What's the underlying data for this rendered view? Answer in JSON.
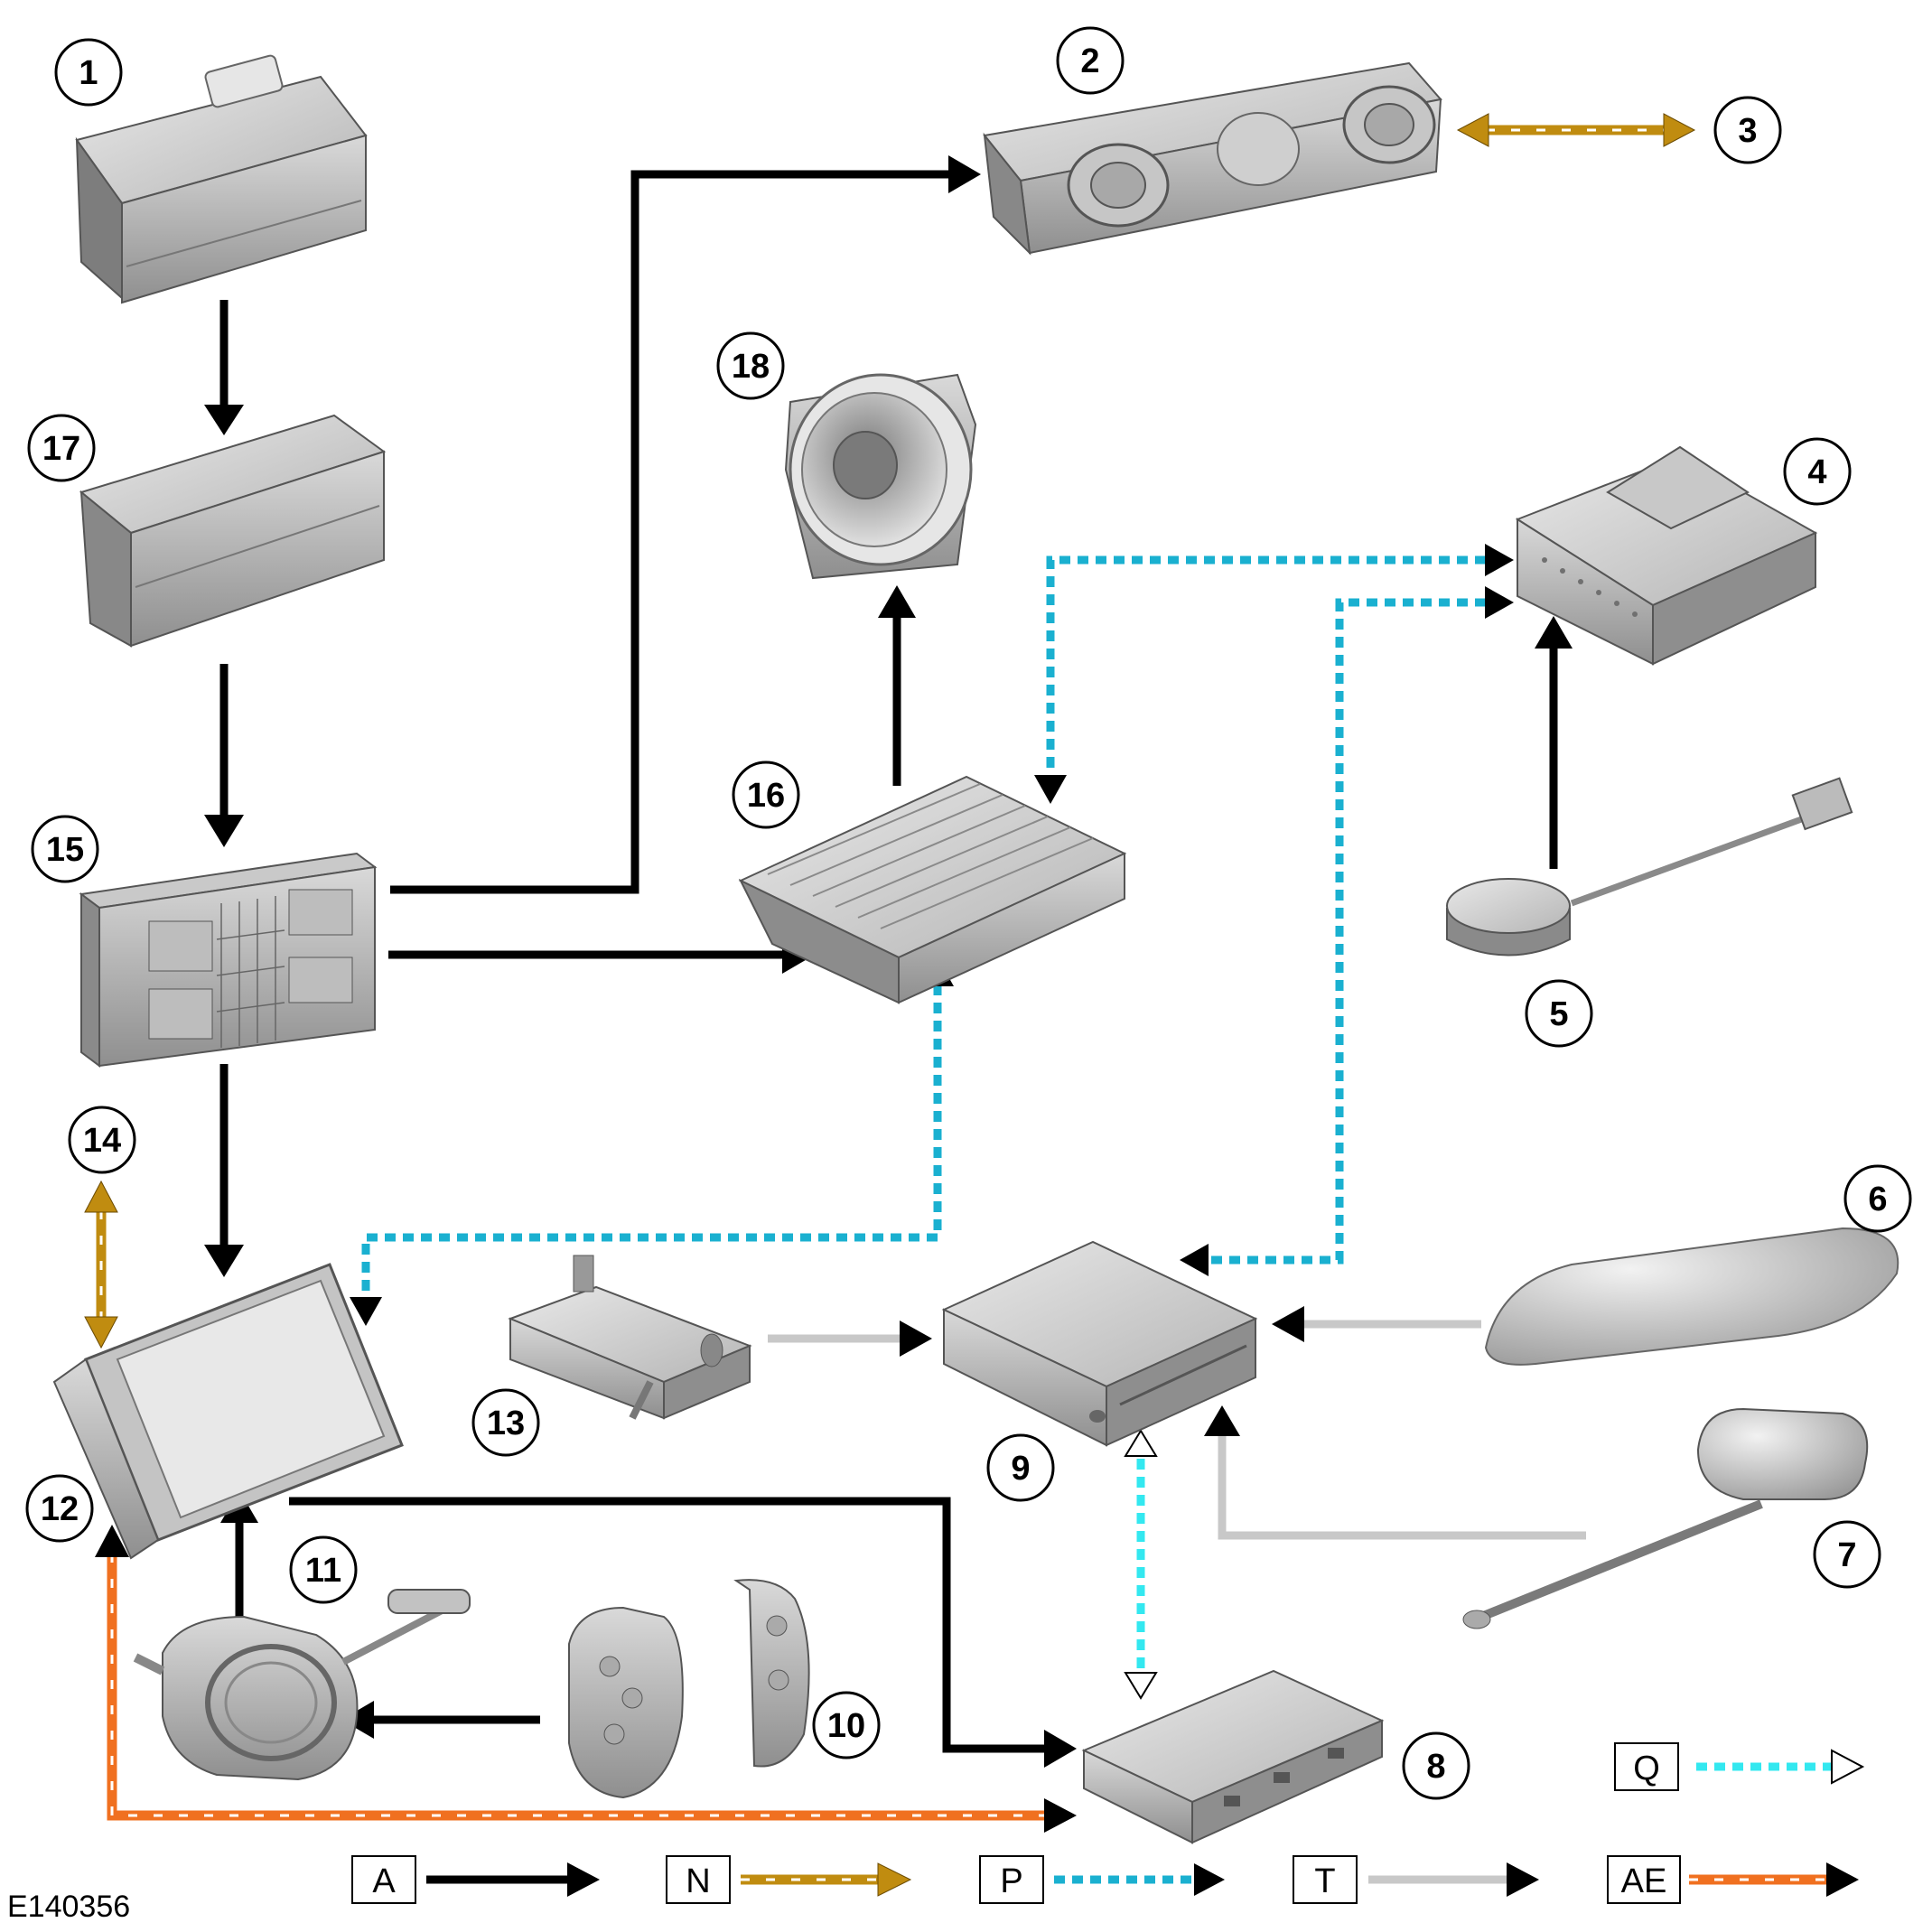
{
  "figure_id": "E140356",
  "callouts": {
    "c1": "1",
    "c2": "2",
    "c3": "3",
    "c4": "4",
    "c5": "5",
    "c6": "6",
    "c7": "7",
    "c8": "8",
    "c9": "9",
    "c10": "10",
    "c11": "11",
    "c12": "12",
    "c13": "13",
    "c14": "14",
    "c15": "15",
    "c16": "16",
    "c17": "17",
    "c18": "18"
  },
  "legend": [
    {
      "key": "A",
      "style": "solid-black",
      "color": "#000000"
    },
    {
      "key": "N",
      "style": "gold-dashed",
      "color": "#c08c10"
    },
    {
      "key": "P",
      "style": "blue-dotted",
      "color": "#1ab0d0"
    },
    {
      "key": "T",
      "style": "grey-solid",
      "color": "#c8c8c8"
    },
    {
      "key": "AE",
      "style": "orange-dashed",
      "color": "#f07020"
    },
    {
      "key": "Q",
      "style": "cyan-dotted-open-arrow",
      "color": "#33e8f0"
    }
  ],
  "components": {
    "c1": "battery-illustration",
    "c2": "control-panel-illustration",
    "c4": "module-illustration",
    "c5": "antenna-amplifier-illustration",
    "c6": "roof-antenna-illustration",
    "c7": "gps-antenna-illustration",
    "c8": "module-illustration",
    "c9": "media-module-illustration",
    "c10": "steering-wheel-switches-illustration",
    "c11": "clockspring-illustration",
    "c12": "touchscreen-illustration",
    "c13": "module-illustration",
    "c15": "fuse-box-illustration",
    "c16": "amplifier-illustration",
    "c17": "junction-box-illustration",
    "c18": "speaker-illustration"
  }
}
